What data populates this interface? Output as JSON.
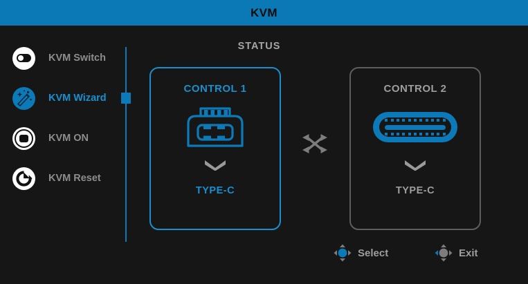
{
  "header": {
    "title": "KVM"
  },
  "colors": {
    "accent": "#0c7ab8",
    "accent_text": "#1a8fd0",
    "background": "#161616",
    "muted_text": "#8d8d8d",
    "panel_border_inactive": "#5e5e5e"
  },
  "sidebar": {
    "items": [
      {
        "label": "KVM Switch",
        "icon": "toggle-switch-icon",
        "active": false
      },
      {
        "label": "KVM Wizard",
        "icon": "magic-wand-icon",
        "active": true
      },
      {
        "label": "KVM ON",
        "icon": "concentric-rings-icon",
        "active": false
      },
      {
        "label": "KVM Reset",
        "icon": "refresh-arrow-icon",
        "active": false
      }
    ]
  },
  "main": {
    "status_label": "STATUS",
    "transfer_icon": "shuffle-icon",
    "panels": [
      {
        "title": "CONTROL 1",
        "port_icon": "usb-type-b-port-icon",
        "arrow_icon": "chevron-down-icon",
        "source": "TYPE-C",
        "selected": true
      },
      {
        "title": "CONTROL 2",
        "port_icon": "usb-type-c-port-icon",
        "arrow_icon": "chevron-down-icon",
        "source": "TYPE-C",
        "selected": false
      }
    ]
  },
  "footer": {
    "hints": [
      {
        "label": "Select",
        "icon": "joystick-press-icon"
      },
      {
        "label": "Exit",
        "icon": "joystick-left-icon"
      }
    ]
  }
}
